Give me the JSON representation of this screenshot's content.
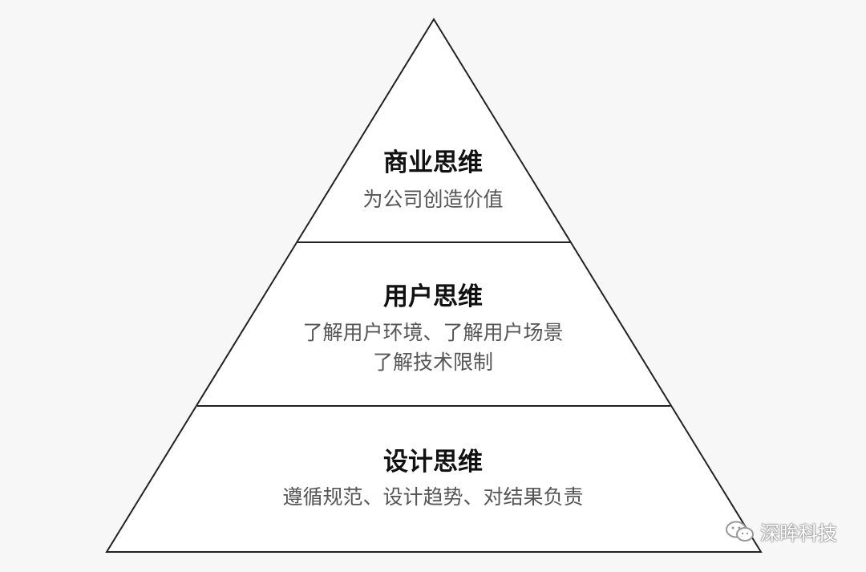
{
  "tiers": [
    {
      "title": "商业思维",
      "lines": [
        "为公司创造价值"
      ]
    },
    {
      "title": "用户思维",
      "lines": [
        "了解用户环境、了解用户场景",
        "了解技术限制"
      ]
    },
    {
      "title": "设计思维",
      "lines": [
        "遵循规范、设计趋势、对结果负责"
      ]
    }
  ],
  "watermark": {
    "text": "深眸科技",
    "icon": "wechat-icon"
  },
  "colors": {
    "background": "#f7f7f7",
    "pyramid_fill": "#ffffff",
    "stroke": "#222222",
    "title": "#111111",
    "description": "#555555"
  }
}
